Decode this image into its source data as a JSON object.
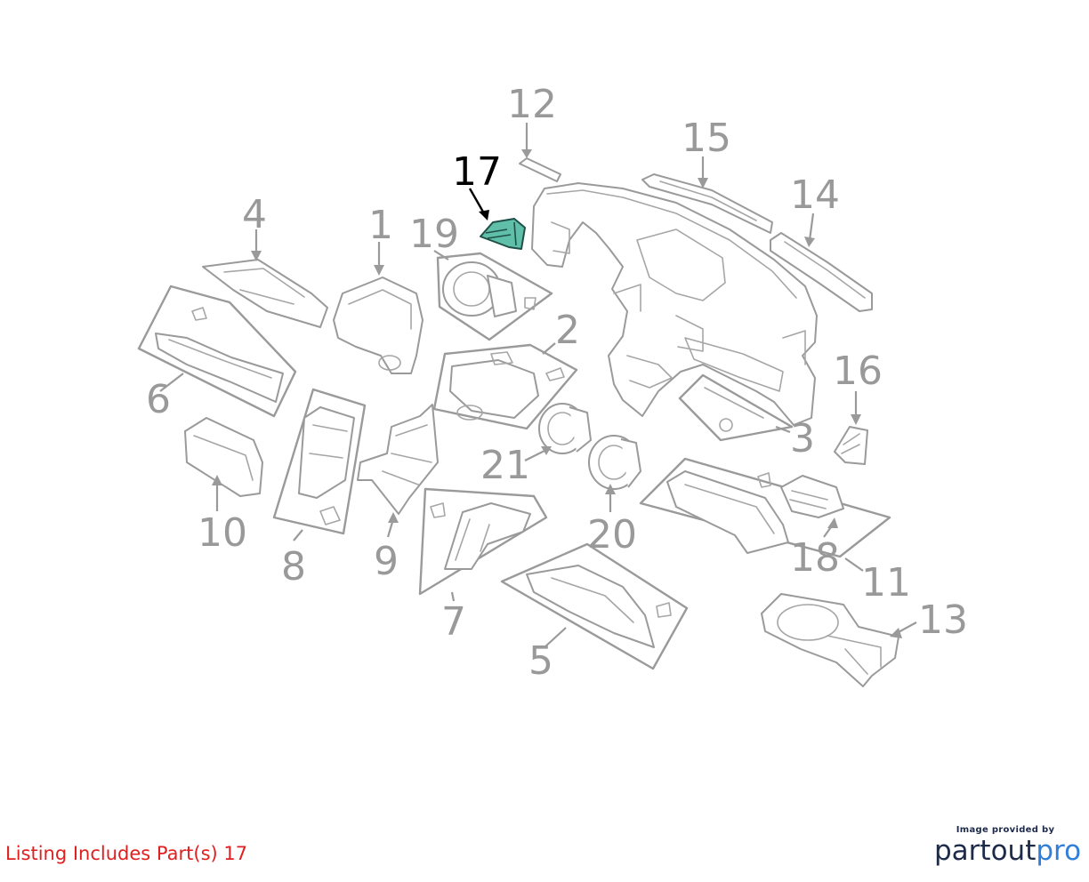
{
  "callouts": [
    "1",
    "2",
    "3",
    "4",
    "5",
    "6",
    "7",
    "8",
    "9",
    "10",
    "11",
    "12",
    "13",
    "14",
    "15",
    "16",
    "17",
    "18",
    "19",
    "20",
    "21"
  ],
  "highlighted_part": "17",
  "colors": {
    "highlight_fill": "#5fbfa9",
    "line": "#9a9a9a",
    "label": "#999999",
    "listing_text": "#e02020"
  },
  "footer": {
    "listing": "Listing Includes Part(s) 17",
    "credit_caption": "Image provided by",
    "logo_part1": "partout",
    "logo_part2": "pro"
  }
}
